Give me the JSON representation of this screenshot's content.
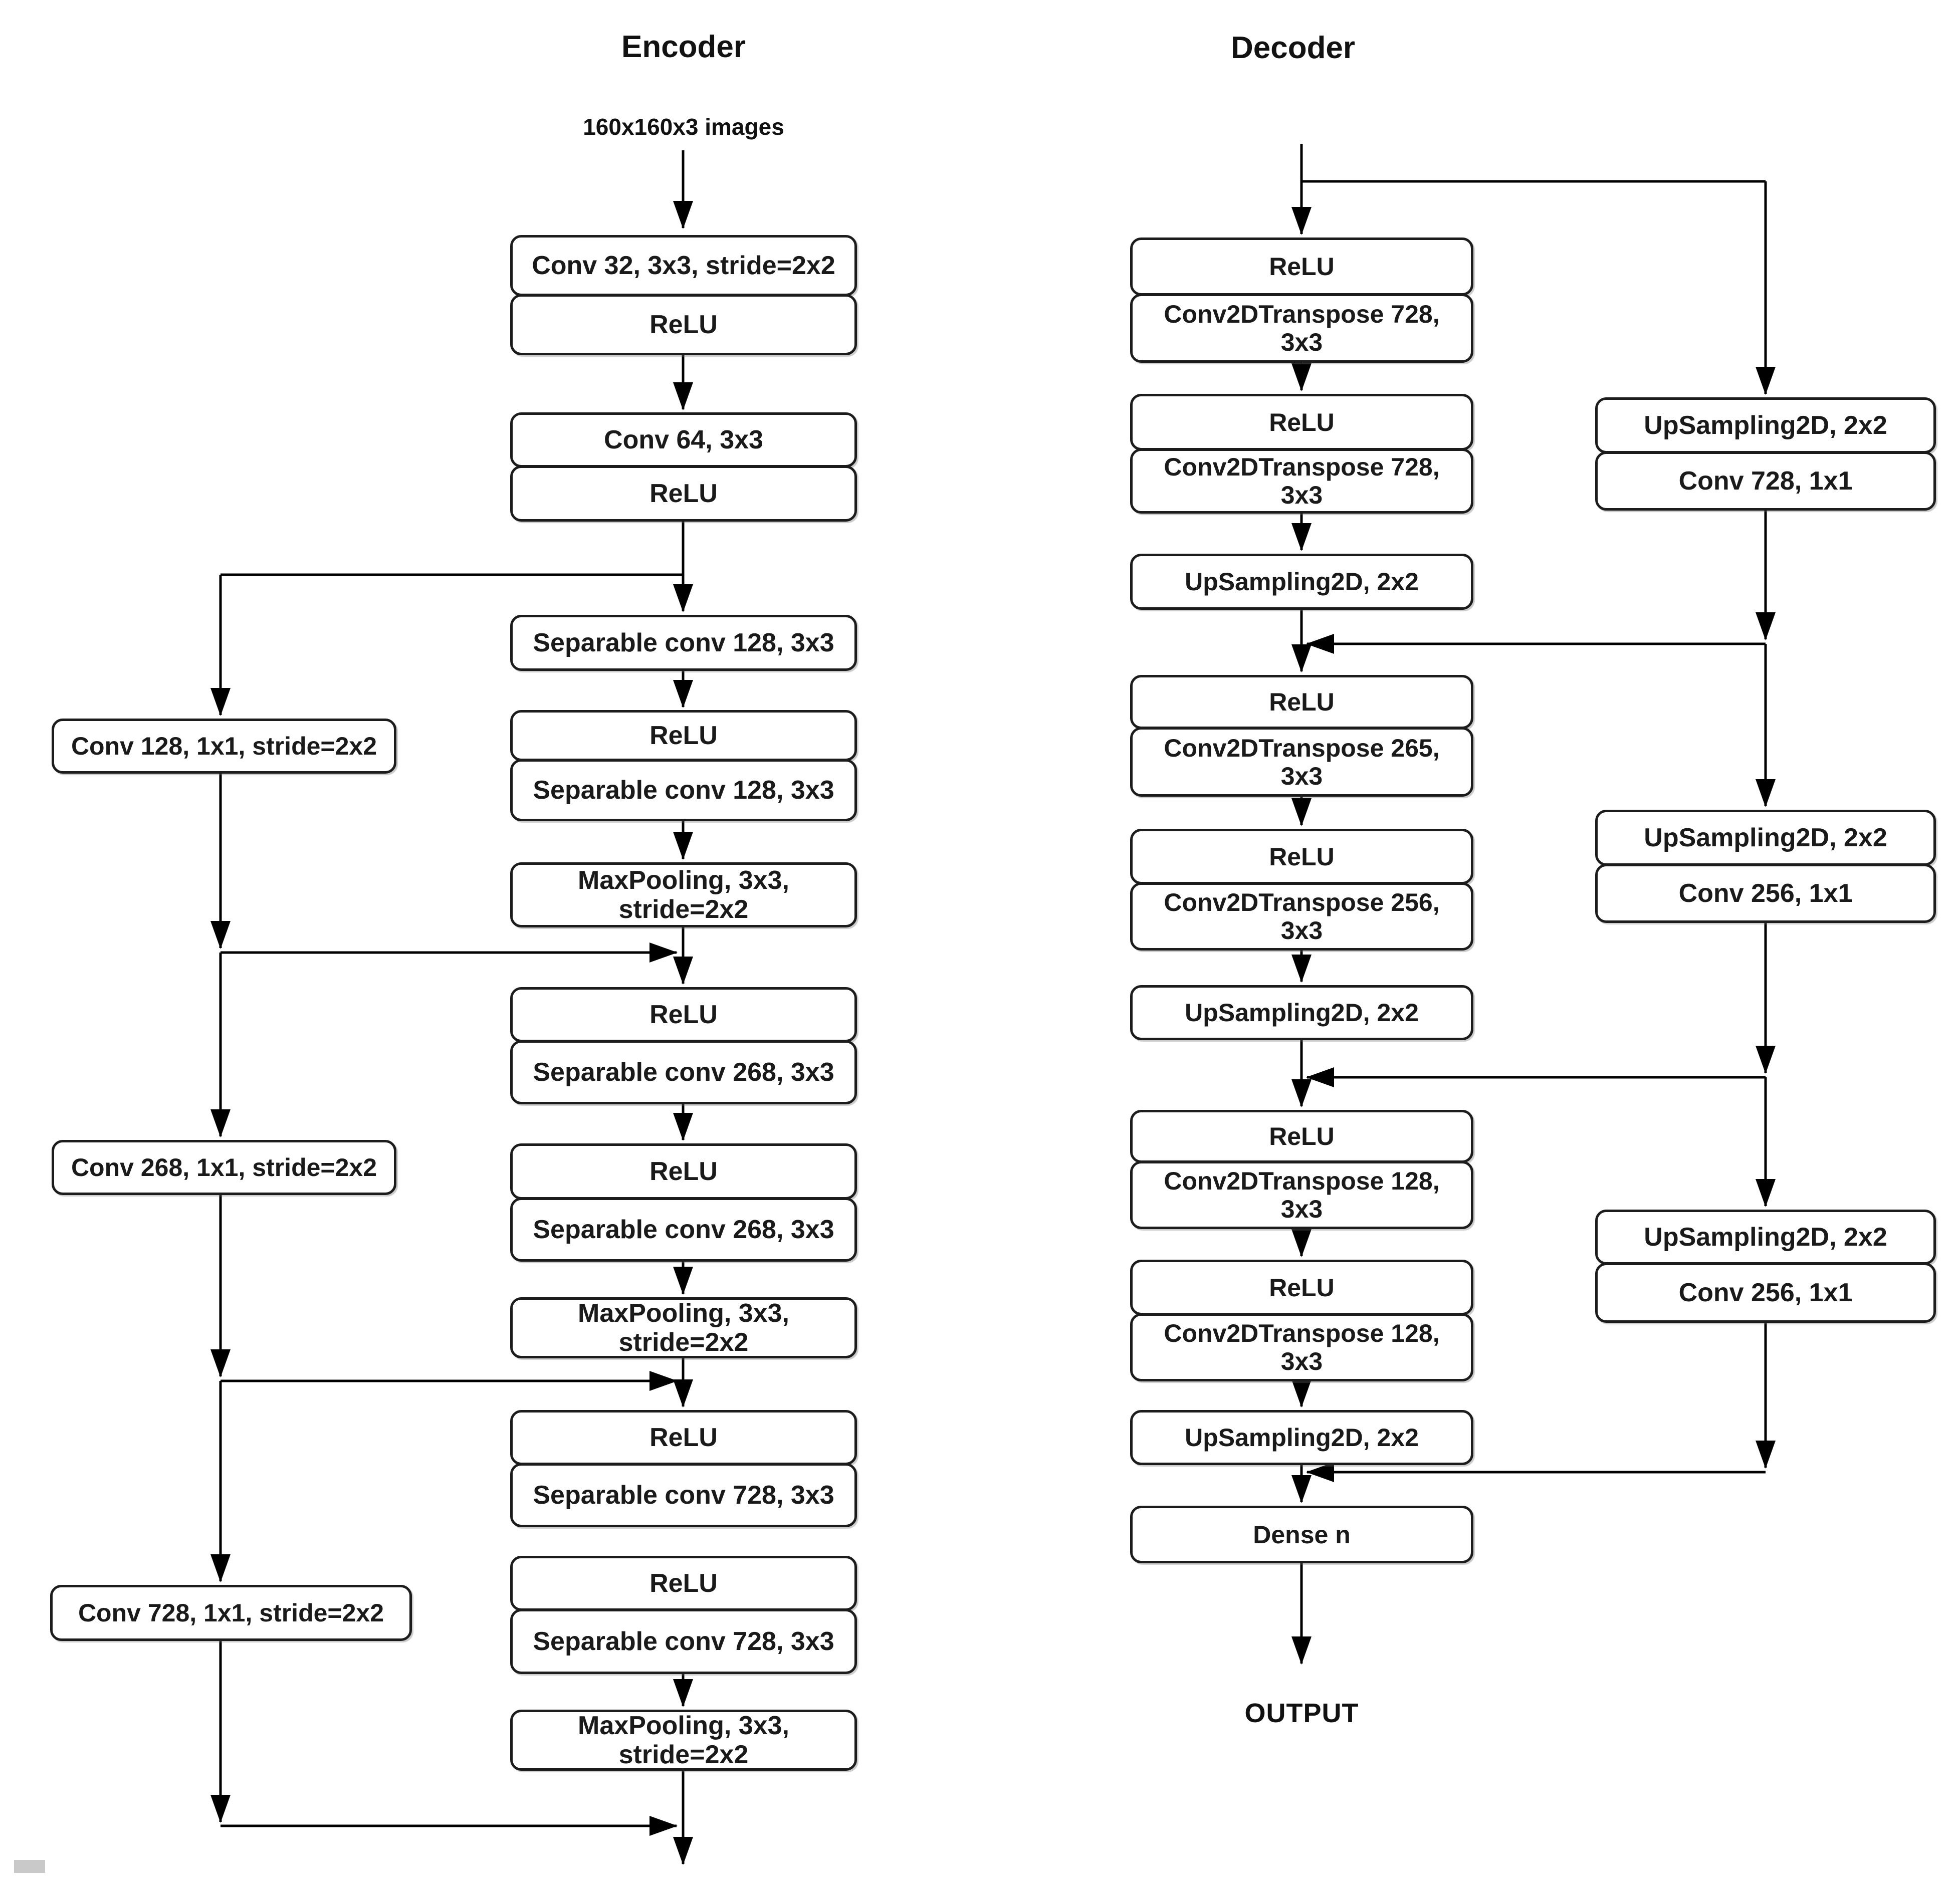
{
  "titles": {
    "encoder": "Encoder",
    "decoder": "Decoder"
  },
  "labels": {
    "input": "160x160x3 images",
    "output": "OUTPUT"
  },
  "encoder": {
    "main": [
      "Conv 32, 3x3, stride=2x2",
      "ReLU",
      "Conv 64, 3x3",
      "ReLU",
      "Separable conv 128, 3x3",
      "ReLU",
      "Separable conv 128, 3x3",
      "MaxPooling, 3x3,\nstride=2x2",
      "ReLU",
      "Separable conv 268, 3x3",
      "ReLU",
      "Separable conv 268, 3x3",
      "MaxPooling, 3x3,\nstride=2x2",
      "ReLU",
      "Separable conv 728, 3x3",
      "ReLU",
      "Separable conv 728, 3x3",
      "MaxPooling, 3x3,\nstride=2x2"
    ],
    "shortcuts": [
      "Conv 128, 1x1, stride=2x2",
      "Conv 268, 1x1, stride=2x2",
      "Conv 728, 1x1, stride=2x2"
    ]
  },
  "decoder": {
    "main": [
      "ReLU",
      "Conv2DTranspose 728,\n3x3",
      "ReLU",
      "Conv2DTranspose 728,\n3x3",
      "UpSampling2D, 2x2",
      "ReLU",
      "Conv2DTranspose 265,\n3x3",
      "ReLU",
      "Conv2DTranspose 256,\n3x3",
      "UpSampling2D, 2x2",
      "ReLU",
      "Conv2DTranspose 128,\n3x3",
      "ReLU",
      "Conv2DTranspose 128,\n3x3",
      "UpSampling2D, 2x2",
      "Dense n"
    ],
    "shortcuts": [
      "UpSampling2D, 2x2",
      "Conv 728, 1x1",
      "UpSampling2D, 2x2",
      "Conv 256, 1x1",
      "UpSampling2D, 2x2",
      "Conv 256, 1x1"
    ]
  },
  "colors": {
    "line": "#000000",
    "box_border": "#1c1c1c",
    "box_fill": "#ffffff",
    "text": "#1a1a1a",
    "corner_artifact": "#c9c9c9"
  }
}
